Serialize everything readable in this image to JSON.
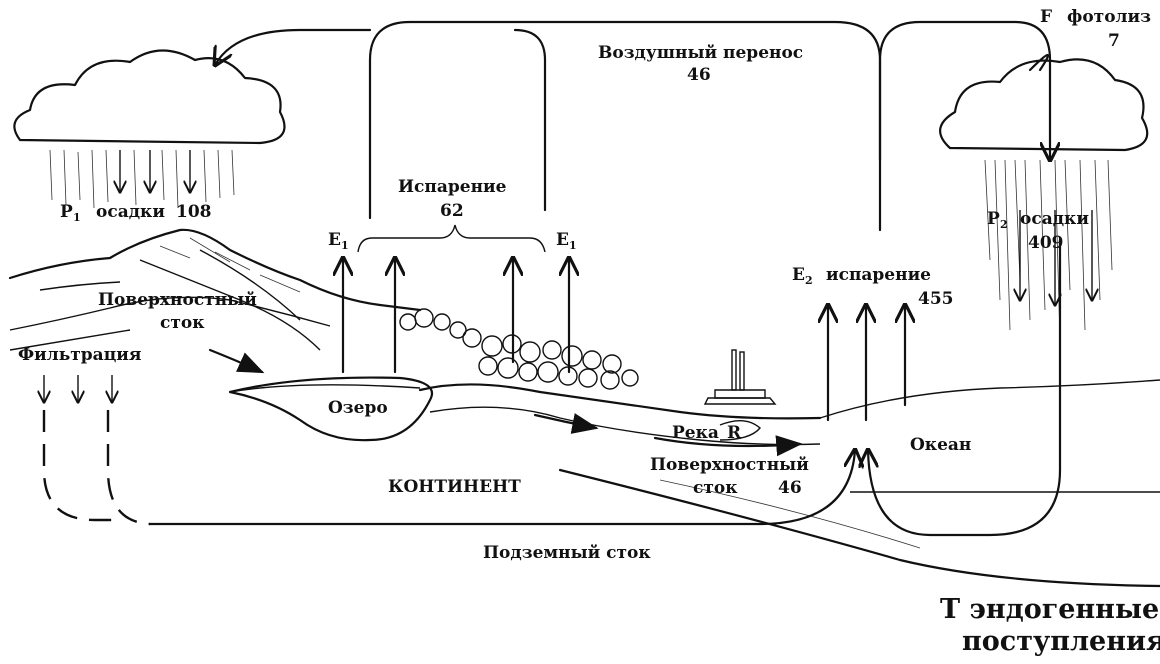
{
  "labels": {
    "air_transport": "Воздушный перенос",
    "air_transport_value": "46",
    "photolysis_letter": "F",
    "photolysis": "фотолиз",
    "photolysis_value": "7",
    "p1_letter": "P",
    "p1_sub": "1",
    "p1_text": "осадки",
    "p1_value": "108",
    "evaporation": "Испарение",
    "evaporation_value": "62",
    "e1_left_letter": "E",
    "e1_left_sub": "1",
    "e1_right_letter": "E",
    "e1_right_sub": "1",
    "p2_letter": "P",
    "p2_sub": "2",
    "p2_text": "осадки",
    "p2_value": "409",
    "e2_letter": "E",
    "e2_sub": "2",
    "e2_text": "испарение",
    "e2_value": "455",
    "surface_runoff_top_1": "Поверхностный",
    "surface_runoff_top_2": "сток",
    "filtration": "Фильтрация",
    "lake": "Озеро",
    "river": "Река",
    "river_letter": "R",
    "continent": "КОНТИНЕНТ",
    "surface_runoff_bottom_1": "Поверхностный",
    "surface_runoff_bottom_2": "сток",
    "surface_runoff_bottom_value": "46",
    "ocean": "Океан",
    "underground_runoff": "Подземный сток",
    "endogenous_1": "Т эндогенные",
    "endogenous_2": "поступления"
  },
  "icons": [
    "cloud-left-icon",
    "cloud-right-icon",
    "factory-icon",
    "forest-icon",
    "mountain-icon"
  ]
}
